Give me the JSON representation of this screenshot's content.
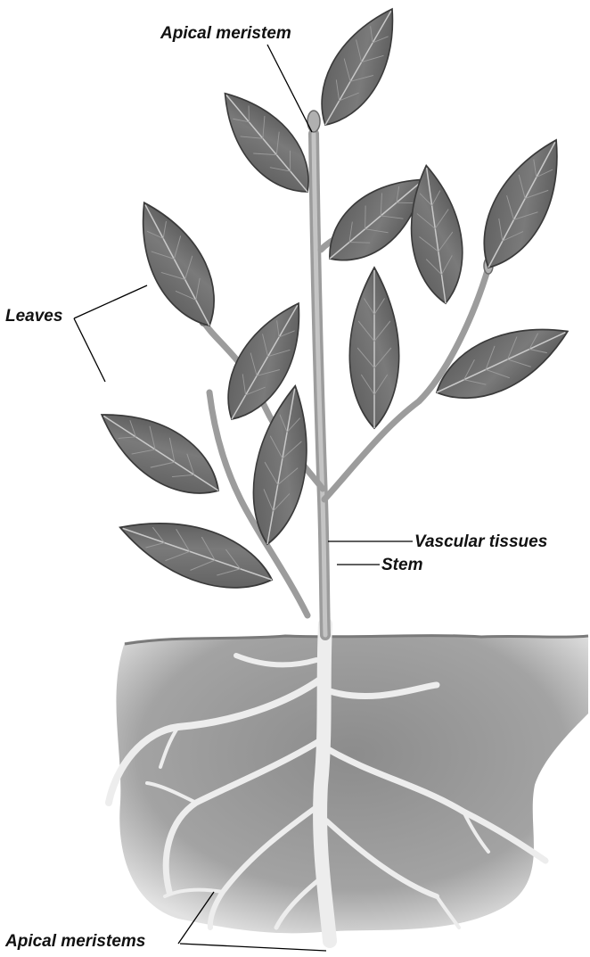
{
  "labels": {
    "apical_meristem": "Apical meristem",
    "leaves": "Leaves",
    "vascular_tissues": "Vascular tissues",
    "stem": "Stem",
    "apical_meristems": "Apical meristems"
  },
  "colors": {
    "leaf_fill": "#6a6a6a",
    "leaf_dark": "#474747",
    "stem": "#a8a8a8",
    "soil": "#9a9a9a",
    "root": "#ececec",
    "leader_line": "#000000"
  }
}
